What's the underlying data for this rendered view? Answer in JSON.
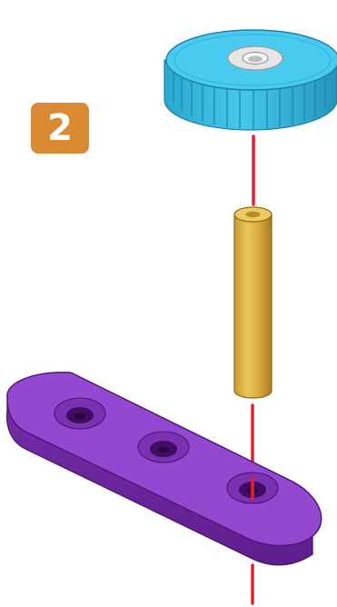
{
  "step": {
    "number": "2",
    "badge_color": "#D98A32"
  },
  "parts": [
    {
      "name": "knurled-thumb-wheel",
      "color": "#3EC3E8"
    },
    {
      "name": "brass-standoff",
      "color": "#D9AE3F"
    },
    {
      "name": "three-hole-link-bar",
      "color": "#8A3CC4"
    }
  ],
  "guide_line": {
    "color": "#E5202E",
    "style": "dashed"
  }
}
